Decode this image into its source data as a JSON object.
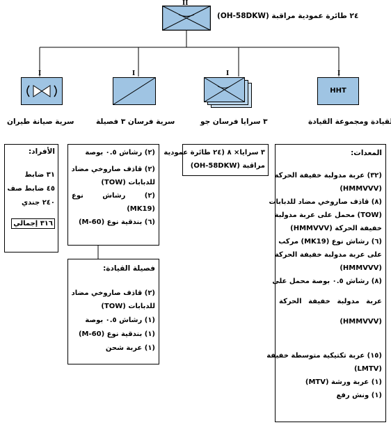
{
  "top_unit": {
    "echelon": "II",
    "label": "٢٤ طائرة عمودية مراقبة (OH-58DKW)",
    "color": "#9fc4e3"
  },
  "subunits": [
    {
      "echelon": "I",
      "label": "القيادة ومجموعة القيادة",
      "symbol_text": "HHT",
      "color": "#9fc4e3"
    },
    {
      "echelon": "I",
      "label": "٣ سرايا فرسان جو",
      "color": "#9fc4e3"
    },
    {
      "echelon": "I",
      "label": "سرية فرسان ٣ فصيلة",
      "color": "#9fc4e3"
    },
    {
      "echelon": "I",
      "label": "سرية صيانة طيران",
      "color": "#9fc4e3"
    }
  ],
  "personnel_box": {
    "title": "الأفراد:",
    "rows": [
      "٣١ ضابط",
      "٤٥ ضابط صف",
      "٢٤٠ جندي"
    ],
    "total": "٣١٦ إجمالي"
  },
  "platoon_box": {
    "rows": [
      "(٢) رشاش ٠.٥ بوصة",
      "(٢) قاذف صاروخي مضاد",
      "للدبابات (TOW)",
      "(٢) رشاش نوع",
      "(MK19)",
      "(٦) بندقية نوع (M-60)"
    ]
  },
  "command_box": {
    "title": "فصيلة القيادة:",
    "rows": [
      "(٢) قاذف صاروخي مضاد",
      "للدبابات (TOW)",
      "(١) رشاش ٠.٥ بوصة",
      "(١) بندقية نوع (M-60)",
      "(١) عربة شحن"
    ]
  },
  "air_box": {
    "rows": [
      "٣ سرايا× ٨ (٢٤ طائرة عمودية",
      "مراقبة (OH-58DKW)"
    ]
  },
  "equipment_box": {
    "title": "المعدات:",
    "rows": [
      "(٣٢) عربة مدولبة خفيفة الحركة",
      "(HMMVVV)",
      "(٨) قاذف صاروخي مضاد للدبابات",
      "(TOW) محمل على عربة مدولبة",
      "خفيفة الحركة (HMMVVV)",
      "(٦) رشاش نوع (MK19) مركب",
      "على عربة مدولبة خفيفة الحركة",
      "(HMMVVV)",
      "(٨) رشاش ٠.٥ بوصة محمل على",
      "عربة مدولبة خفيفة الحركة",
      "(HMMVVV)",
      "(١٥) عربة تكتيكية متوسطة خفيفة",
      "(LMTV)",
      "(١) عربة ورشة (MTV)",
      "(١) ونش رفع"
    ]
  }
}
